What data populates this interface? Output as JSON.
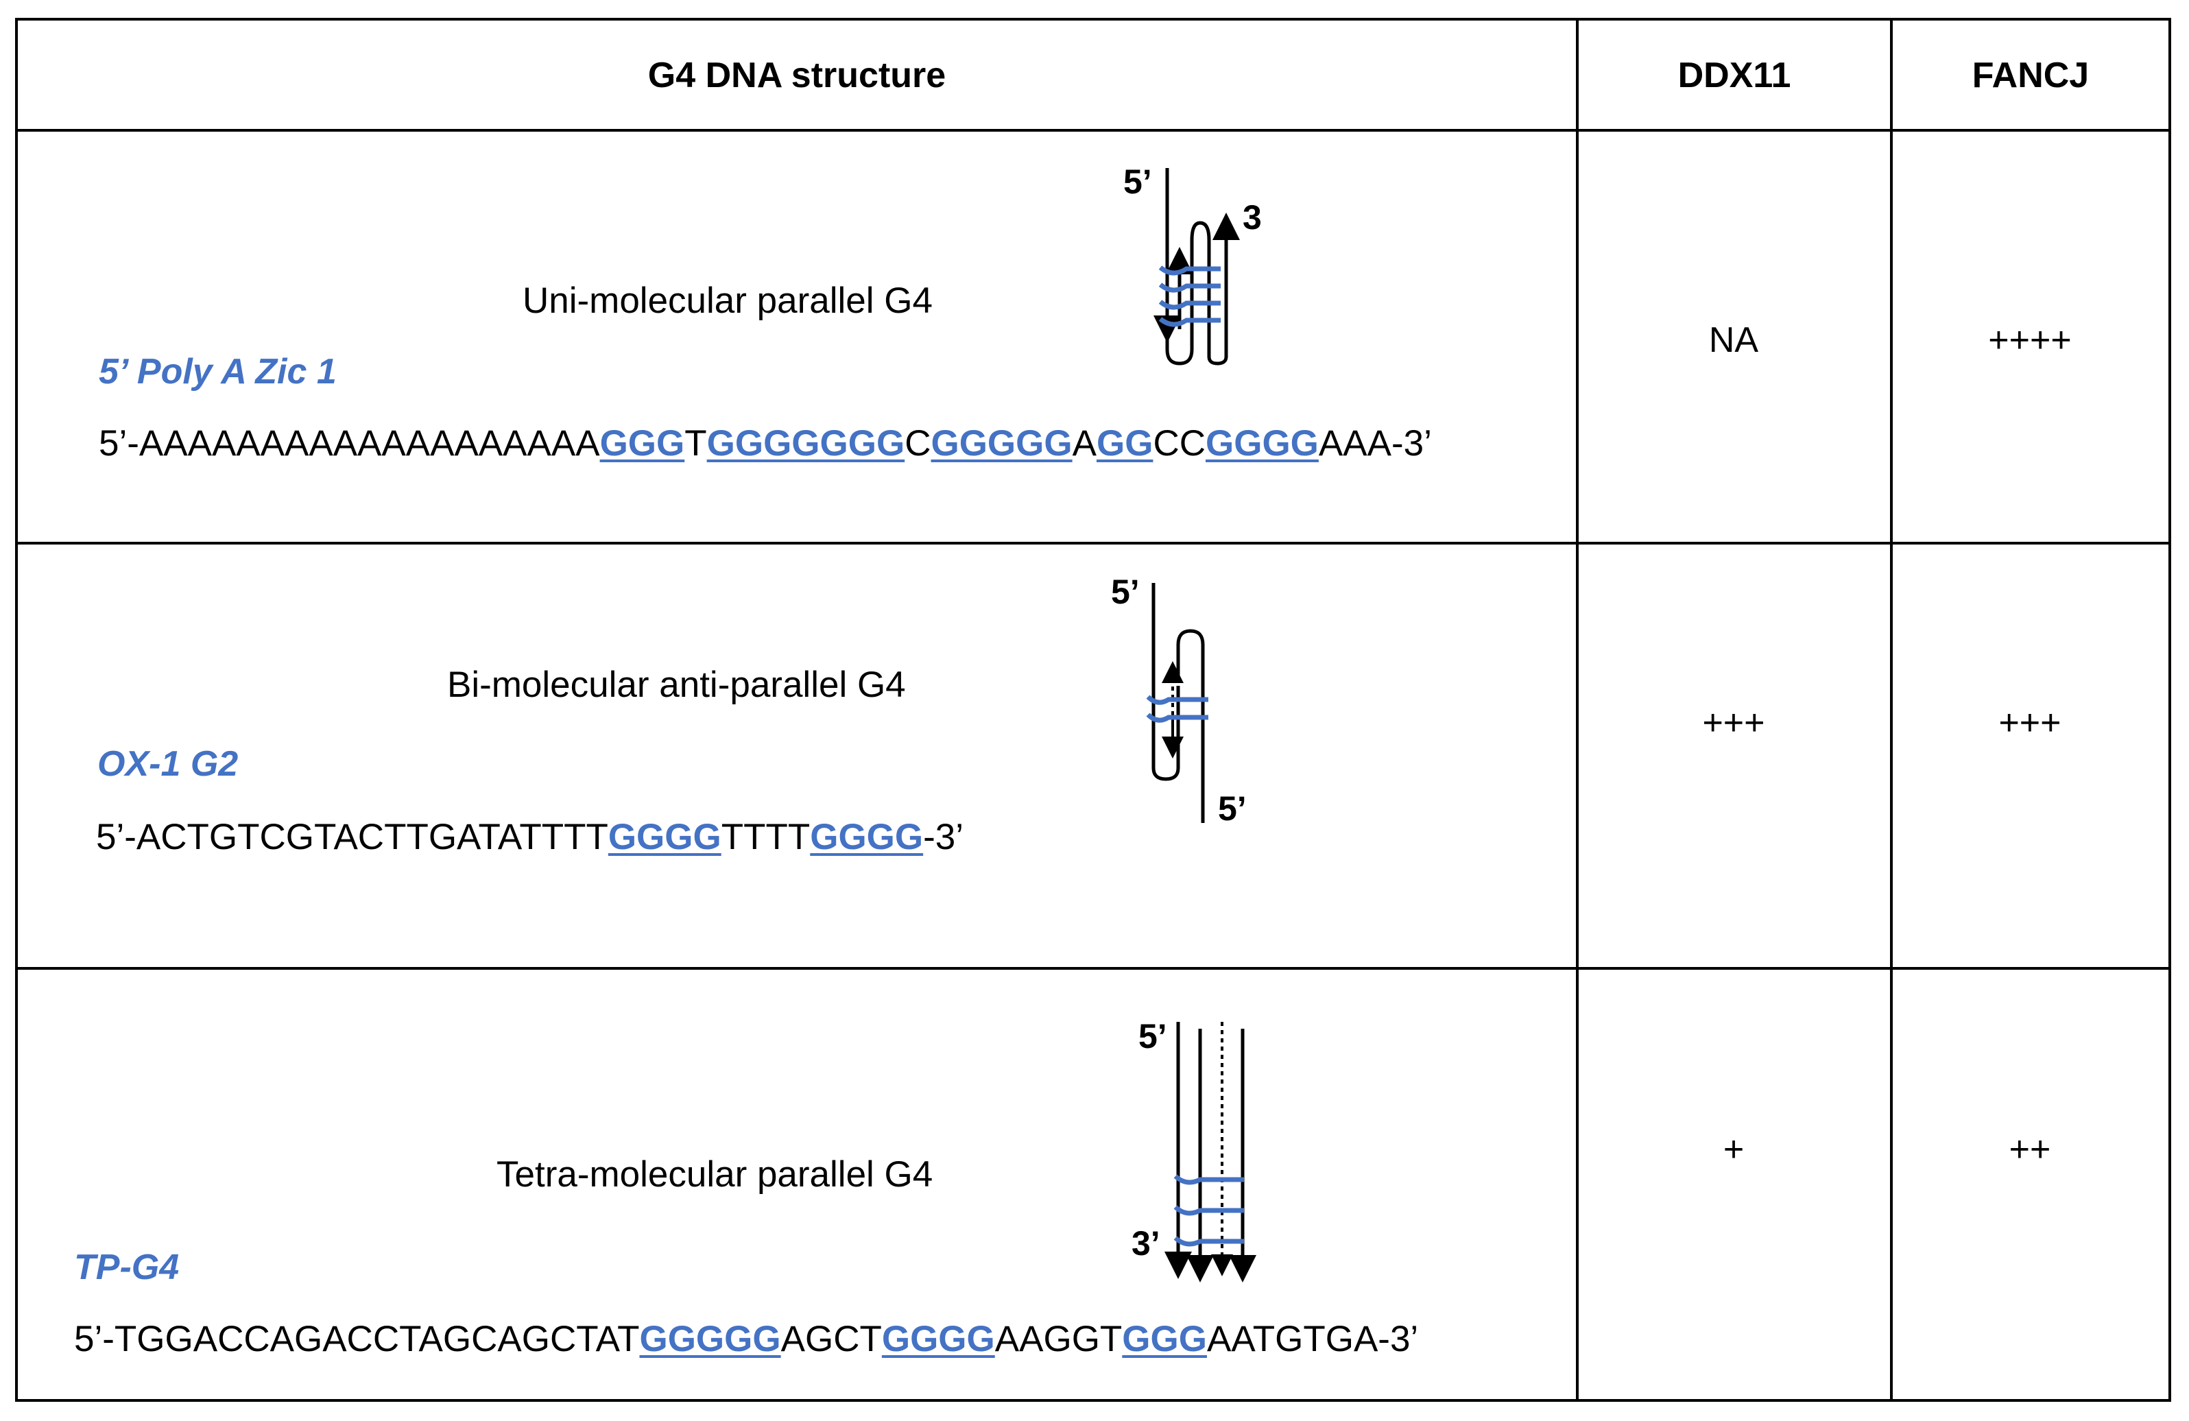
{
  "header": {
    "structure": "G4 DNA structure",
    "ddx11": "DDX11",
    "fancj": "FANCJ"
  },
  "rows": [
    {
      "title": "Uni-molecular parallel G4",
      "name": "5’ Poly A Zic 1",
      "seq": [
        {
          "t": "5’-AAAAAAAAAAAAAAAAAAA",
          "g": false
        },
        {
          "t": "GGG",
          "g": true
        },
        {
          "t": "T",
          "g": false
        },
        {
          "t": "GGGGGGG",
          "g": true
        },
        {
          "t": "C",
          "g": false
        },
        {
          "t": "GGGGG",
          "g": true
        },
        {
          "t": "A",
          "g": false
        },
        {
          "t": "GG",
          "g": true
        },
        {
          "t": "CC",
          "g": false
        },
        {
          "t": "GGGG",
          "g": true
        },
        {
          "t": "AAA-3’",
          "g": false
        }
      ],
      "ddx11": "NA",
      "fancj": "++++",
      "labels": {
        "a": "5’",
        "b": "3’"
      }
    },
    {
      "title": "Bi-molecular anti-parallel G4",
      "name": "OX-1 G2",
      "seq": [
        {
          "t": "5’-ACTGTCGTACTTGATATTTT",
          "g": false
        },
        {
          "t": "GGGG",
          "g": true
        },
        {
          "t": "TTTT",
          "g": false
        },
        {
          "t": "GGGG",
          "g": true
        },
        {
          "t": "-3’",
          "g": false
        }
      ],
      "ddx11": "+++",
      "fancj": "+++",
      "labels": {
        "a": "5’",
        "b": "5’"
      }
    },
    {
      "title": "Tetra-molecular parallel G4",
      "name": "TP-G4",
      "seq": [
        {
          "t": "5’-TGGACCAGACCTAGCAGCTAT",
          "g": false
        },
        {
          "t": "GGGGG",
          "g": true
        },
        {
          "t": "AGCT",
          "g": false
        },
        {
          "t": "GGGG",
          "g": true
        },
        {
          "t": "AAGGT",
          "g": false
        },
        {
          "t": "GGG",
          "g": true
        },
        {
          "t": "AATGTGA-3’",
          "g": false
        }
      ],
      "ddx11": "+",
      "fancj": "++",
      "labels": {
        "a": "5’",
        "b": "3’"
      }
    }
  ],
  "colors": {
    "accent": "#4472c4",
    "ink": "#000000"
  }
}
